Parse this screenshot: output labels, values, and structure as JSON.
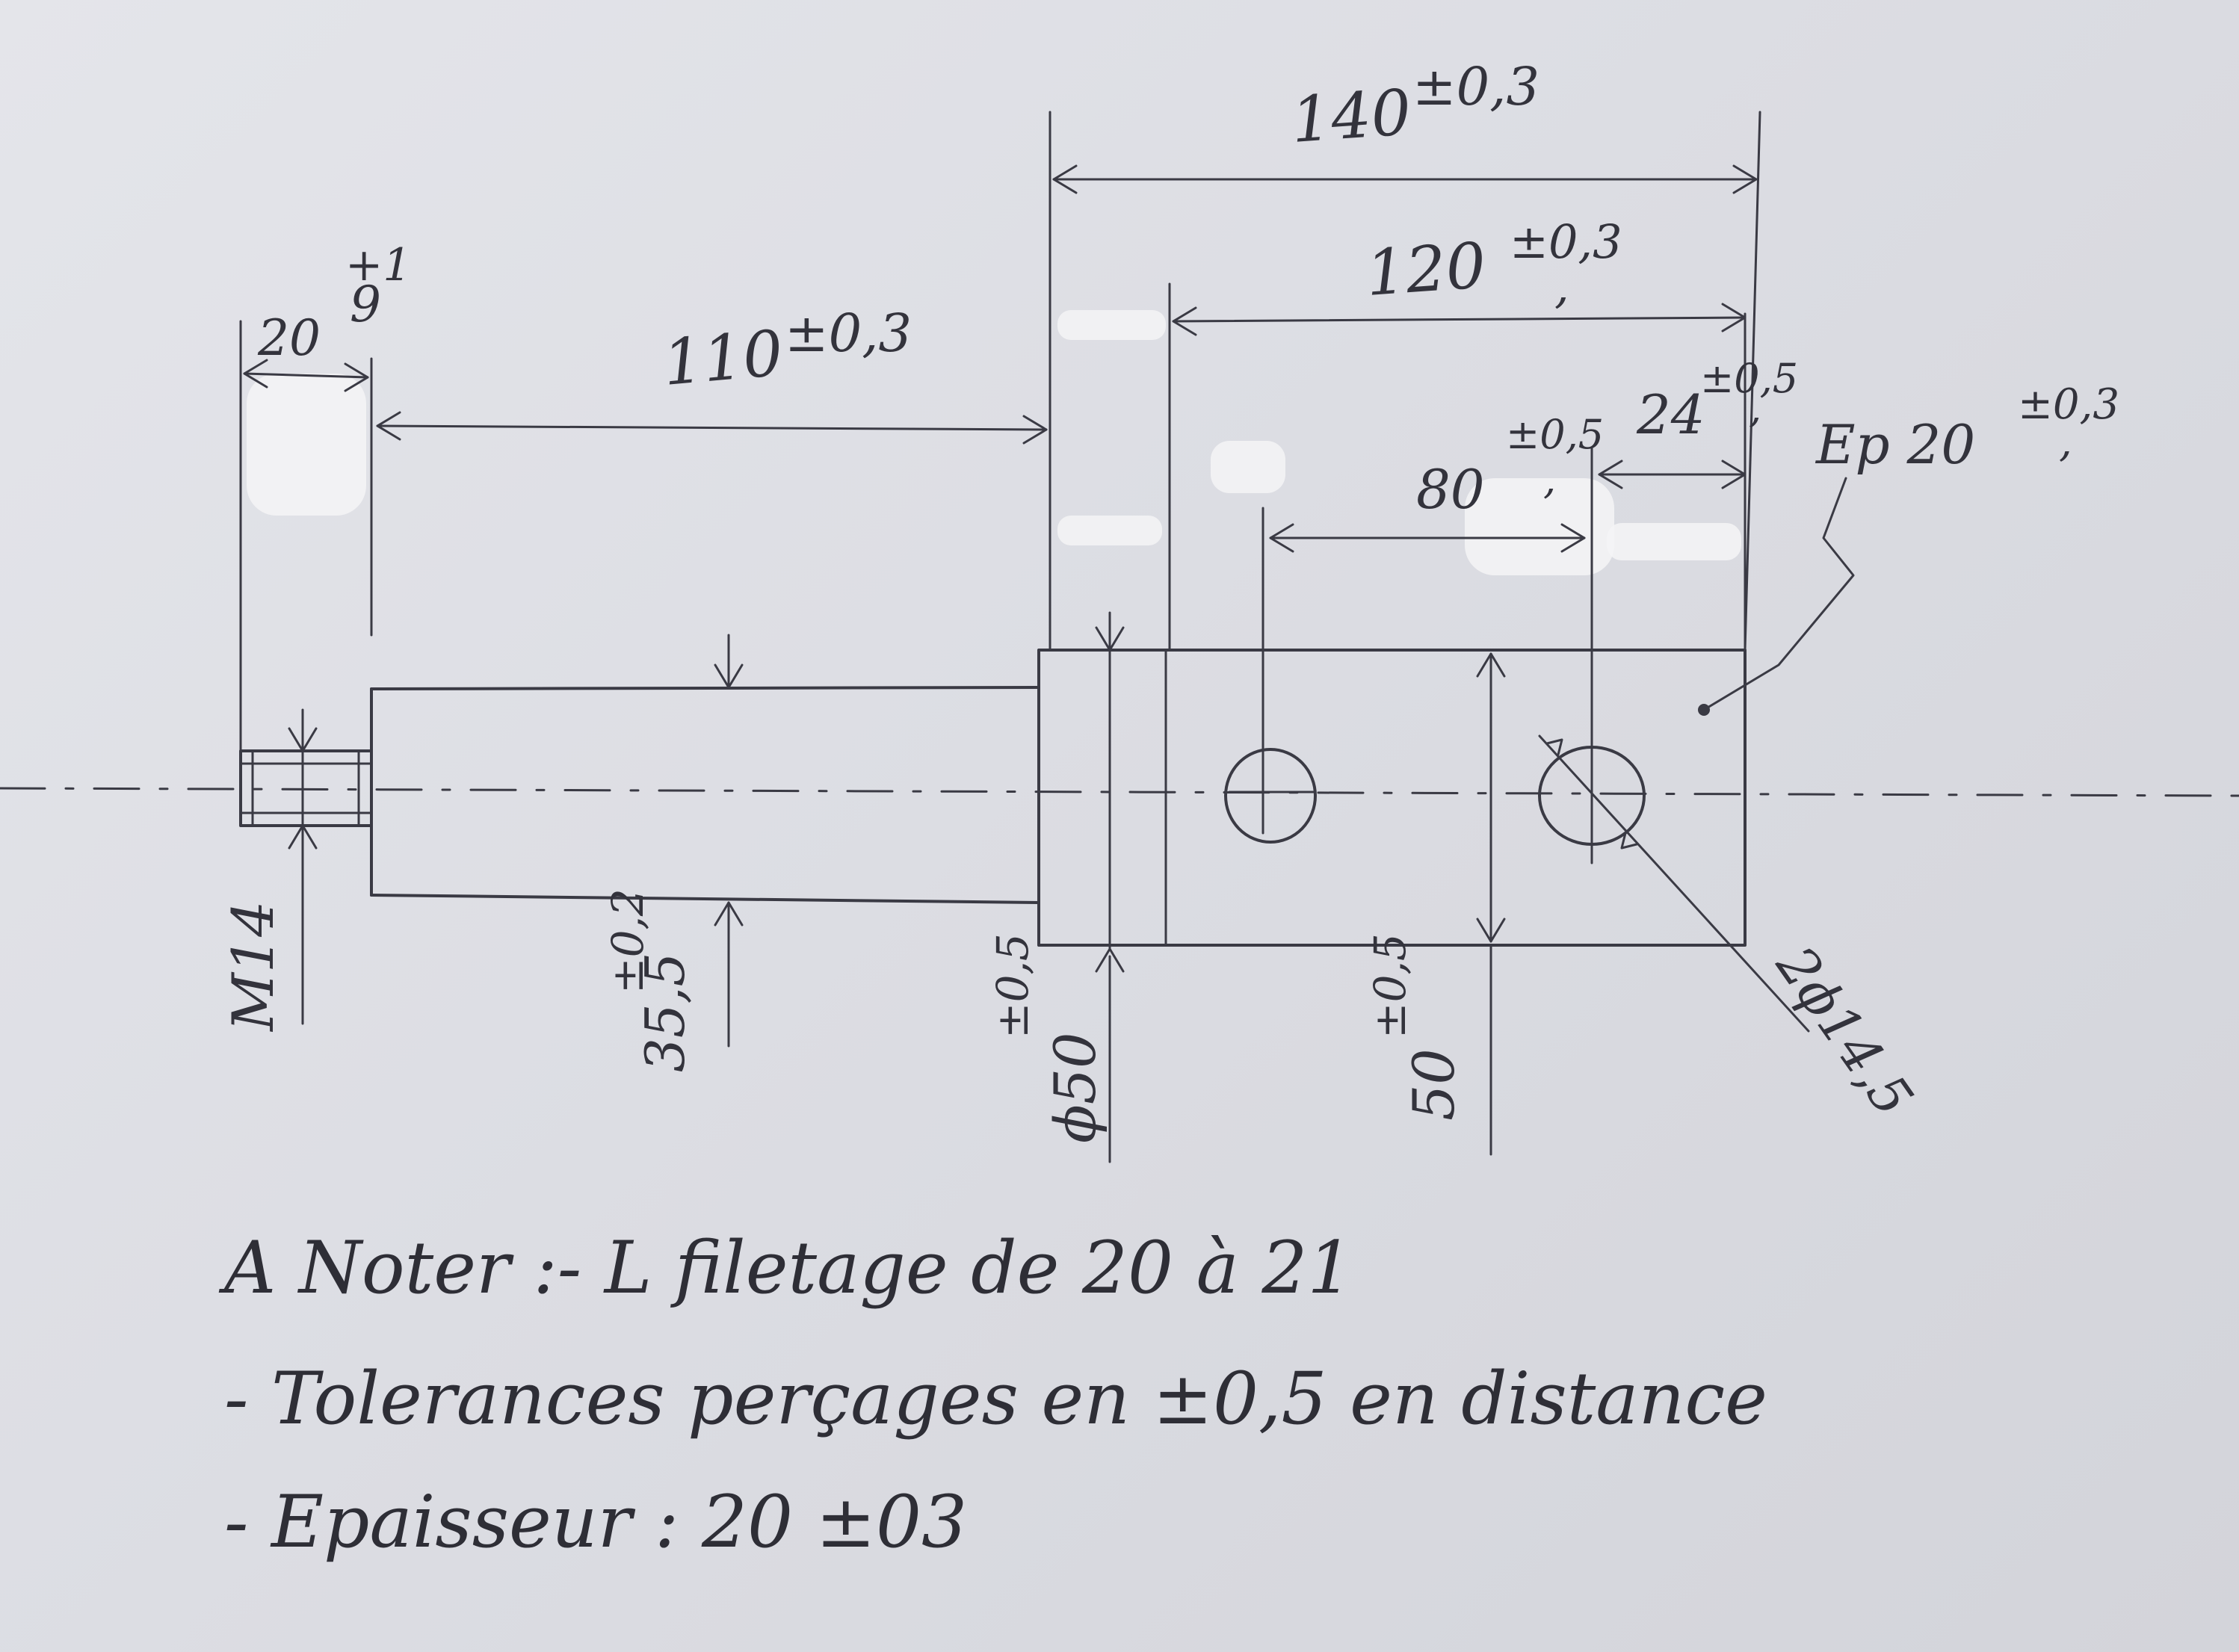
{
  "dimensions": {
    "overall_length": "140",
    "overall_length_tol": "±0,3",
    "block_length": "120",
    "block_length_tol_upper": "±0,3",
    "block_length_tol_lower": ",",
    "shaft_length": "110",
    "shaft_length_tol": "±0,3",
    "thread_length_base": "20",
    "thread_length_alt": "9",
    "thread_length_tol": "+1",
    "hole1_distance": "80",
    "hole1_distance_tol_upper": "±0,5",
    "hole1_distance_tol_lower": ",",
    "hole2_distance": "24",
    "hole2_distance_tol_upper": "±0,5",
    "hole2_distance_tol_lower": ",",
    "thickness_label": "Ep 20",
    "thickness_tol_upper": "±0,3",
    "thickness_tol_lower": ",",
    "thread": "M14",
    "shaft_diameter": "35,5",
    "shaft_diameter_tol": "±0,2",
    "collar_diameter": "ϕ50",
    "collar_diameter_tol": "±0,5",
    "block_height": "50",
    "block_height_tol": "±0,5",
    "holes": "2ϕ14,5"
  },
  "notes": {
    "line1": "A Noter :- L filetage de 20 à 21",
    "line2": "- Tolerances perçages en ±0,5 en distance",
    "line3": "- Epaisseur : 20 ±03"
  },
  "colors": {
    "paper": "#dcdde2",
    "ink": "#3a3a44",
    "correction_fluid": "#f4f4f6"
  }
}
